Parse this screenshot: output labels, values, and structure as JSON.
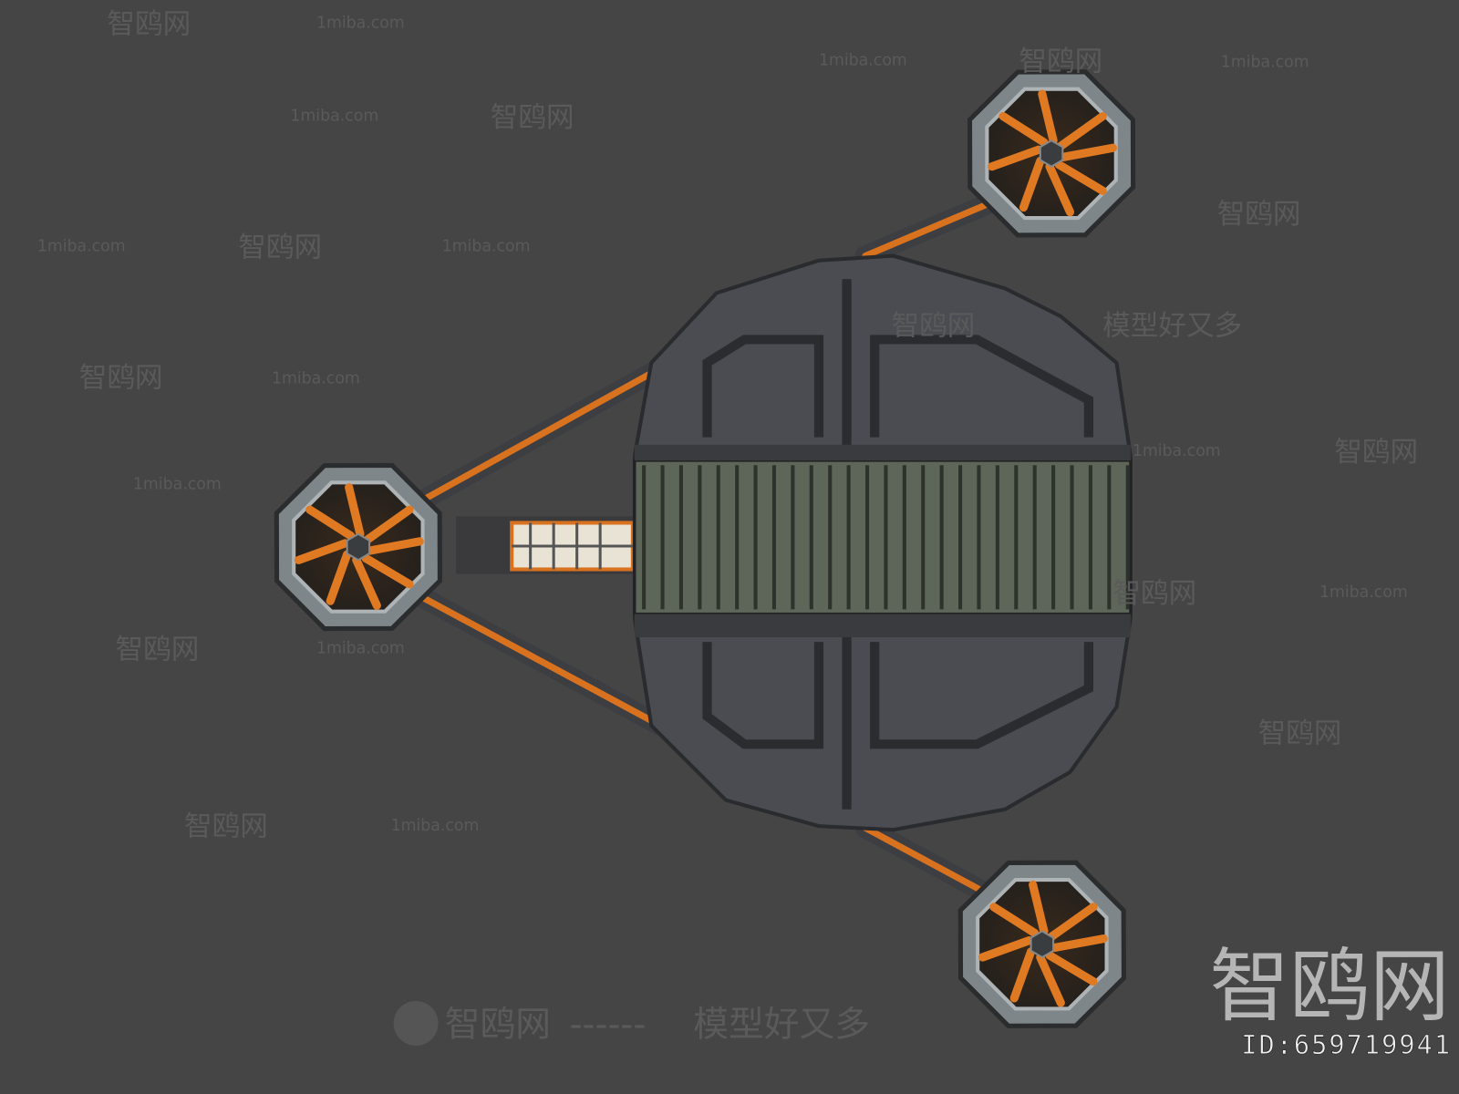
{
  "watermarks": {
    "brand": "智鸥网",
    "site": "1miba.com",
    "slogan": "模型好又多",
    "dashes": "------",
    "id_label": "ID:659719941"
  },
  "colors": {
    "background": "#454545",
    "hull": "#4a4c52",
    "accent_orange": "#d9721e",
    "belt": "#5d6658"
  }
}
